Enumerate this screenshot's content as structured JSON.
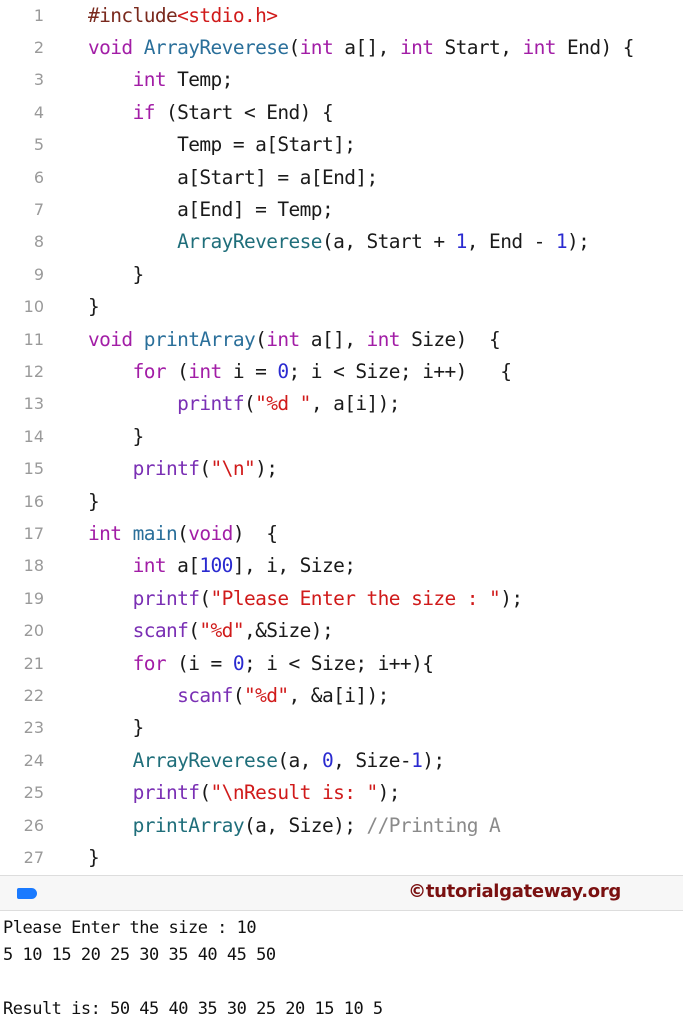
{
  "editor": {
    "language": "C",
    "colors": {
      "keyword": "#a21da6",
      "user_function": "#2a6f9a",
      "library_function": "#7a2fb4",
      "string": "#d01a1a",
      "number": "#2a2ad0",
      "preprocessor": "#7a2a1e",
      "comment": "#8a8a8a",
      "line_number": "#9a9a9a"
    },
    "lines": [
      {
        "n": "1",
        "tokens": [
          {
            "t": "#include",
            "c": "pp"
          },
          {
            "t": "<stdio.h>",
            "c": "str"
          }
        ]
      },
      {
        "n": "2",
        "tokens": [
          {
            "t": "void",
            "c": "kw"
          },
          {
            "t": " ",
            "c": "plain"
          },
          {
            "t": "ArrayReverese",
            "c": "fn"
          },
          {
            "t": "(",
            "c": "plain"
          },
          {
            "t": "int",
            "c": "kw"
          },
          {
            "t": " a[], ",
            "c": "plain"
          },
          {
            "t": "int",
            "c": "kw"
          },
          {
            "t": " Start, ",
            "c": "plain"
          },
          {
            "t": "int",
            "c": "kw"
          },
          {
            "t": " End) {",
            "c": "plain"
          }
        ]
      },
      {
        "n": "3",
        "tokens": [
          {
            "t": "    ",
            "c": "plain"
          },
          {
            "t": "int",
            "c": "kw"
          },
          {
            "t": " Temp;",
            "c": "plain"
          }
        ]
      },
      {
        "n": "4",
        "tokens": [
          {
            "t": "    ",
            "c": "plain"
          },
          {
            "t": "if",
            "c": "kw"
          },
          {
            "t": " (Start < End) {",
            "c": "plain"
          }
        ]
      },
      {
        "n": "5",
        "tokens": [
          {
            "t": "        Temp = a[Start];",
            "c": "plain"
          }
        ]
      },
      {
        "n": "6",
        "tokens": [
          {
            "t": "        a[Start] = a[End];",
            "c": "plain"
          }
        ]
      },
      {
        "n": "7",
        "tokens": [
          {
            "t": "        a[End] = Temp;",
            "c": "plain"
          }
        ]
      },
      {
        "n": "8",
        "tokens": [
          {
            "t": "        ",
            "c": "plain"
          },
          {
            "t": "ArrayReverese",
            "c": "fnc"
          },
          {
            "t": "(a, Start + ",
            "c": "plain"
          },
          {
            "t": "1",
            "c": "num"
          },
          {
            "t": ", End - ",
            "c": "plain"
          },
          {
            "t": "1",
            "c": "num"
          },
          {
            "t": ");",
            "c": "plain"
          }
        ]
      },
      {
        "n": "9",
        "tokens": [
          {
            "t": "    }",
            "c": "plain"
          }
        ]
      },
      {
        "n": "10",
        "tokens": [
          {
            "t": "}",
            "c": "plain"
          }
        ]
      },
      {
        "n": "11",
        "tokens": [
          {
            "t": "void",
            "c": "kw"
          },
          {
            "t": " ",
            "c": "plain"
          },
          {
            "t": "printArray",
            "c": "fn"
          },
          {
            "t": "(",
            "c": "plain"
          },
          {
            "t": "int",
            "c": "kw"
          },
          {
            "t": " a[], ",
            "c": "plain"
          },
          {
            "t": "int",
            "c": "kw"
          },
          {
            "t": " Size)  {",
            "c": "plain"
          }
        ]
      },
      {
        "n": "12",
        "tokens": [
          {
            "t": "    ",
            "c": "plain"
          },
          {
            "t": "for",
            "c": "kw"
          },
          {
            "t": " (",
            "c": "plain"
          },
          {
            "t": "int",
            "c": "kw"
          },
          {
            "t": " i = ",
            "c": "plain"
          },
          {
            "t": "0",
            "c": "num"
          },
          {
            "t": "; i < Size; i++)   {",
            "c": "plain"
          }
        ]
      },
      {
        "n": "13",
        "tokens": [
          {
            "t": "        ",
            "c": "plain"
          },
          {
            "t": "printf",
            "c": "lib"
          },
          {
            "t": "(",
            "c": "plain"
          },
          {
            "t": "\"%d \"",
            "c": "str"
          },
          {
            "t": ", a[i]);",
            "c": "plain"
          }
        ]
      },
      {
        "n": "14",
        "tokens": [
          {
            "t": "    }",
            "c": "plain"
          }
        ]
      },
      {
        "n": "15",
        "tokens": [
          {
            "t": "    ",
            "c": "plain"
          },
          {
            "t": "printf",
            "c": "lib"
          },
          {
            "t": "(",
            "c": "plain"
          },
          {
            "t": "\"\\n\"",
            "c": "str"
          },
          {
            "t": ");",
            "c": "plain"
          }
        ]
      },
      {
        "n": "16",
        "tokens": [
          {
            "t": "}",
            "c": "plain"
          }
        ]
      },
      {
        "n": "17",
        "tokens": [
          {
            "t": "int",
            "c": "kw"
          },
          {
            "t": " ",
            "c": "plain"
          },
          {
            "t": "main",
            "c": "fn"
          },
          {
            "t": "(",
            "c": "plain"
          },
          {
            "t": "void",
            "c": "kw"
          },
          {
            "t": ")  {",
            "c": "plain"
          }
        ]
      },
      {
        "n": "18",
        "tokens": [
          {
            "t": "    ",
            "c": "plain"
          },
          {
            "t": "int",
            "c": "kw"
          },
          {
            "t": " a[",
            "c": "plain"
          },
          {
            "t": "100",
            "c": "num"
          },
          {
            "t": "], i, Size;",
            "c": "plain"
          }
        ]
      },
      {
        "n": "19",
        "tokens": [
          {
            "t": "    ",
            "c": "plain"
          },
          {
            "t": "printf",
            "c": "lib"
          },
          {
            "t": "(",
            "c": "plain"
          },
          {
            "t": "\"Please Enter the size : \"",
            "c": "str"
          },
          {
            "t": ");",
            "c": "plain"
          }
        ]
      },
      {
        "n": "20",
        "tokens": [
          {
            "t": "    ",
            "c": "plain"
          },
          {
            "t": "scanf",
            "c": "lib"
          },
          {
            "t": "(",
            "c": "plain"
          },
          {
            "t": "\"%d\"",
            "c": "str"
          },
          {
            "t": ",&Size);",
            "c": "plain"
          }
        ]
      },
      {
        "n": "21",
        "tokens": [
          {
            "t": "    ",
            "c": "plain"
          },
          {
            "t": "for",
            "c": "kw"
          },
          {
            "t": " (i = ",
            "c": "plain"
          },
          {
            "t": "0",
            "c": "num"
          },
          {
            "t": "; i < Size; i++){",
            "c": "plain"
          }
        ]
      },
      {
        "n": "22",
        "tokens": [
          {
            "t": "        ",
            "c": "plain"
          },
          {
            "t": "scanf",
            "c": "lib"
          },
          {
            "t": "(",
            "c": "plain"
          },
          {
            "t": "\"%d\"",
            "c": "str"
          },
          {
            "t": ", &a[i]);",
            "c": "plain"
          }
        ]
      },
      {
        "n": "23",
        "tokens": [
          {
            "t": "    }",
            "c": "plain"
          }
        ]
      },
      {
        "n": "24",
        "tokens": [
          {
            "t": "    ",
            "c": "plain"
          },
          {
            "t": "ArrayReverese",
            "c": "fnc"
          },
          {
            "t": "(a, ",
            "c": "plain"
          },
          {
            "t": "0",
            "c": "num"
          },
          {
            "t": ", Size-",
            "c": "plain"
          },
          {
            "t": "1",
            "c": "num"
          },
          {
            "t": ");",
            "c": "plain"
          }
        ]
      },
      {
        "n": "25",
        "tokens": [
          {
            "t": "    ",
            "c": "plain"
          },
          {
            "t": "printf",
            "c": "lib"
          },
          {
            "t": "(",
            "c": "plain"
          },
          {
            "t": "\"\\nResult is: \"",
            "c": "str"
          },
          {
            "t": ");",
            "c": "plain"
          }
        ]
      },
      {
        "n": "26",
        "tokens": [
          {
            "t": "    ",
            "c": "plain"
          },
          {
            "t": "printArray",
            "c": "fnc"
          },
          {
            "t": "(a, Size); ",
            "c": "plain"
          },
          {
            "t": "//Printing A",
            "c": "cm"
          }
        ]
      },
      {
        "n": "27",
        "tokens": [
          {
            "t": "}",
            "c": "plain"
          }
        ]
      }
    ]
  },
  "console_bar": {
    "icon": "console-toggle-icon",
    "icon_color": "#1a7aff",
    "watermark": "©tutorialgateway.org",
    "watermark_color": "#7a1010"
  },
  "output": {
    "lines": [
      "Please Enter the size : 10",
      "5 10 15 20 25 30 35 40 45 50",
      "",
      "Result is: 50 45 40 35 30 25 20 15 10 5"
    ]
  }
}
